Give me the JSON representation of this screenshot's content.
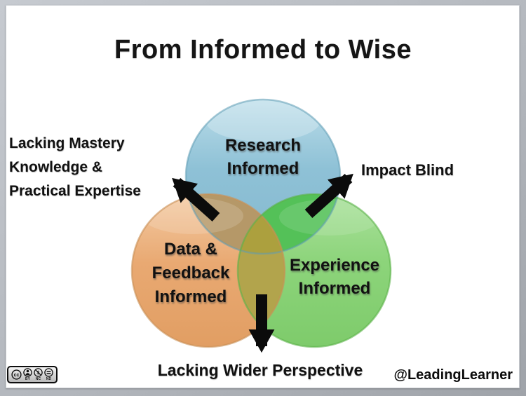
{
  "slide": {
    "title": "From Informed to Wise",
    "credit": "@LeadingLearner"
  },
  "venn": {
    "research": {
      "lines": [
        "Research",
        "Informed"
      ],
      "color": "#8ec1d6"
    },
    "data_feedback": {
      "lines": [
        "Data &",
        "Feedback",
        "Informed"
      ],
      "color": "#e9a972"
    },
    "experience": {
      "lines": [
        "Experience",
        "Informed"
      ],
      "color": "#8cd47a"
    }
  },
  "annotations": {
    "lacking_mastery": {
      "lines": [
        "Lacking Mastery",
        "Knowledge &",
        "Practical Expertise"
      ]
    },
    "impact_blind": {
      "text": "Impact Blind"
    },
    "lacking_wider": {
      "text": "Lacking Wider Perspective"
    }
  },
  "license": {
    "cc_text": "cc",
    "icons": [
      "cc-icon",
      "person-icon",
      "no-dollar-icon",
      "equals-icon"
    ],
    "labels": [
      "BY",
      "NC",
      "ND"
    ]
  },
  "colors": {
    "overlap_research_data": "#b59868",
    "overlap_research_experience": "#54c158",
    "overlap_data_experience": "#b2a44c",
    "overlap_center": "#aca03e",
    "arrow": "#0b0b0b",
    "frame": "#b3b7bd",
    "slide_background": "#ffffff"
  }
}
